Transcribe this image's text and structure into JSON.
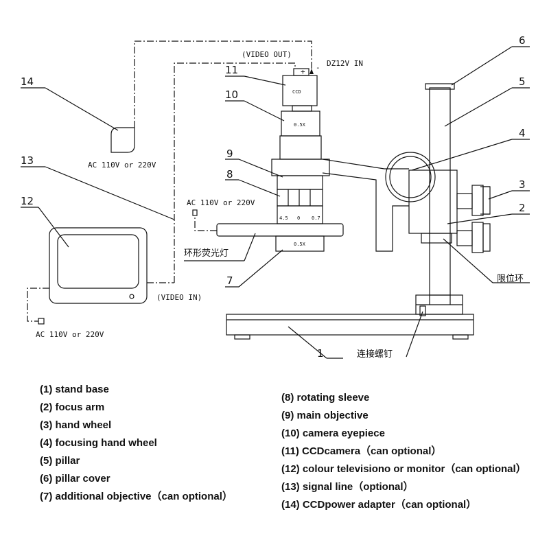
{
  "labels": {
    "video_out": "(VIDEO OUT)",
    "dz12v": "DZ12V  IN",
    "plus": "+",
    "minus": "-",
    "ccd": "CCD",
    "zoom_top": "0.5X",
    "zoom_bottom": "0.5X",
    "scale_a": "4.5",
    "scale_b": "0",
    "scale_c": "0.7",
    "ac_adapter": "AC 110V  or 220V",
    "ac_lamp": "AC 110V  or 220V",
    "ac_monitor": "AC 110V  or 220V",
    "video_in": "(VIDEO IN)",
    "ring_lamp": "环形荧光灯",
    "limit_ring": "限位环",
    "connect_screw": "连接螺钉"
  },
  "callouts": [
    "1",
    "2",
    "3",
    "4",
    "5",
    "6",
    "7",
    "8",
    "9",
    "10",
    "11",
    "12",
    "13",
    "14"
  ],
  "legend_left": [
    "(1) stand base",
    "(2) focus arm",
    "(3) hand wheel",
    "(4) focusing hand wheel",
    "(5) pillar",
    "(6) pillar cover",
    "(7) additional objective（can optional）"
  ],
  "legend_right": [
    "(8)   rotating sleeve",
    "(9)   main objective",
    "(10)  camera eyepiece",
    "(11)  CCDcamera（can optional）",
    "(12)  colour televisiono or monitor（can optional）",
    "(13)  signal line（optional）",
    "(14)  CCDpower adapter（can optional）"
  ]
}
